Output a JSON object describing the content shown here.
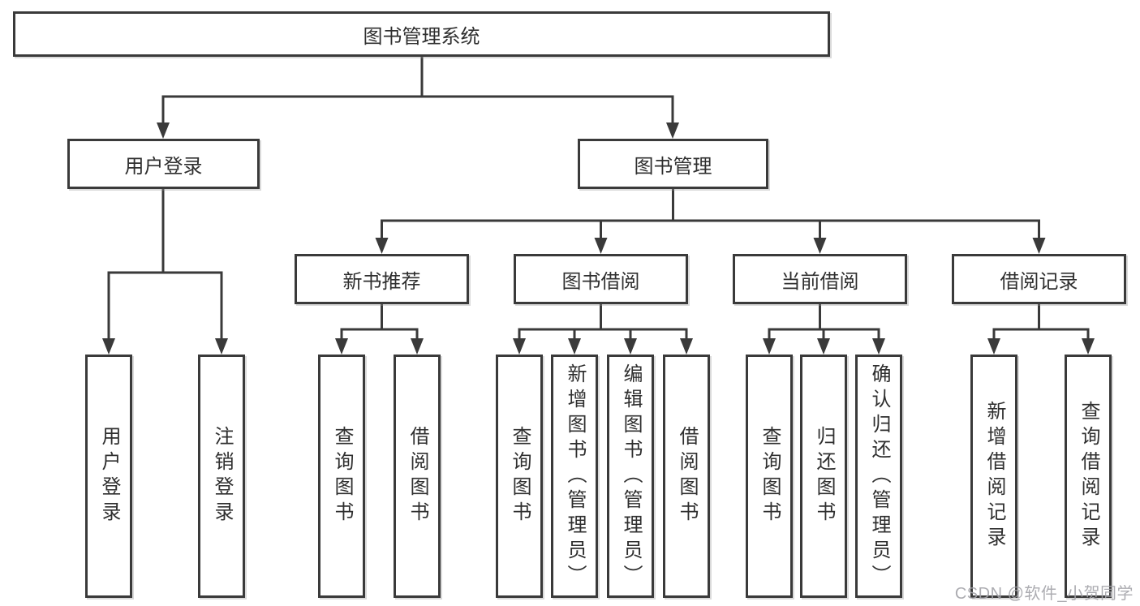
{
  "diagram": {
    "type": "hierarchy-tree",
    "title": "图书管理系统",
    "colors": {
      "line": "#3a3a3a",
      "box_border": "#3a3a3a",
      "box_fill": "#ffffff",
      "text": "#2f2f2f",
      "watermark": "#a3a3a8",
      "background": "#ffffff"
    }
  },
  "tree": {
    "root": {
      "label": "图书管理系统"
    },
    "branches": [
      {
        "label": "用户登录",
        "children": [
          {
            "label": "用户登录"
          },
          {
            "label": "注销登录"
          }
        ]
      },
      {
        "label": "图书管理",
        "children": [
          {
            "label": "新书推荐",
            "children": [
              {
                "label": "查询图书"
              },
              {
                "label": "借阅图书"
              }
            ]
          },
          {
            "label": "图书借阅",
            "children": [
              {
                "label": "查询图书"
              },
              {
                "label": "新增图书（管理员）"
              },
              {
                "label": "编辑图书（管理员）"
              },
              {
                "label": "借阅图书"
              }
            ]
          },
          {
            "label": "当前借阅",
            "children": [
              {
                "label": "查询图书"
              },
              {
                "label": "归还图书"
              },
              {
                "label": "确认归还（管理员）"
              }
            ]
          },
          {
            "label": "借阅记录",
            "children": [
              {
                "label": "新增借阅记录"
              },
              {
                "label": "查询借阅记录"
              }
            ]
          }
        ]
      }
    ]
  },
  "watermark": "CSDN @软件_小贺同学"
}
